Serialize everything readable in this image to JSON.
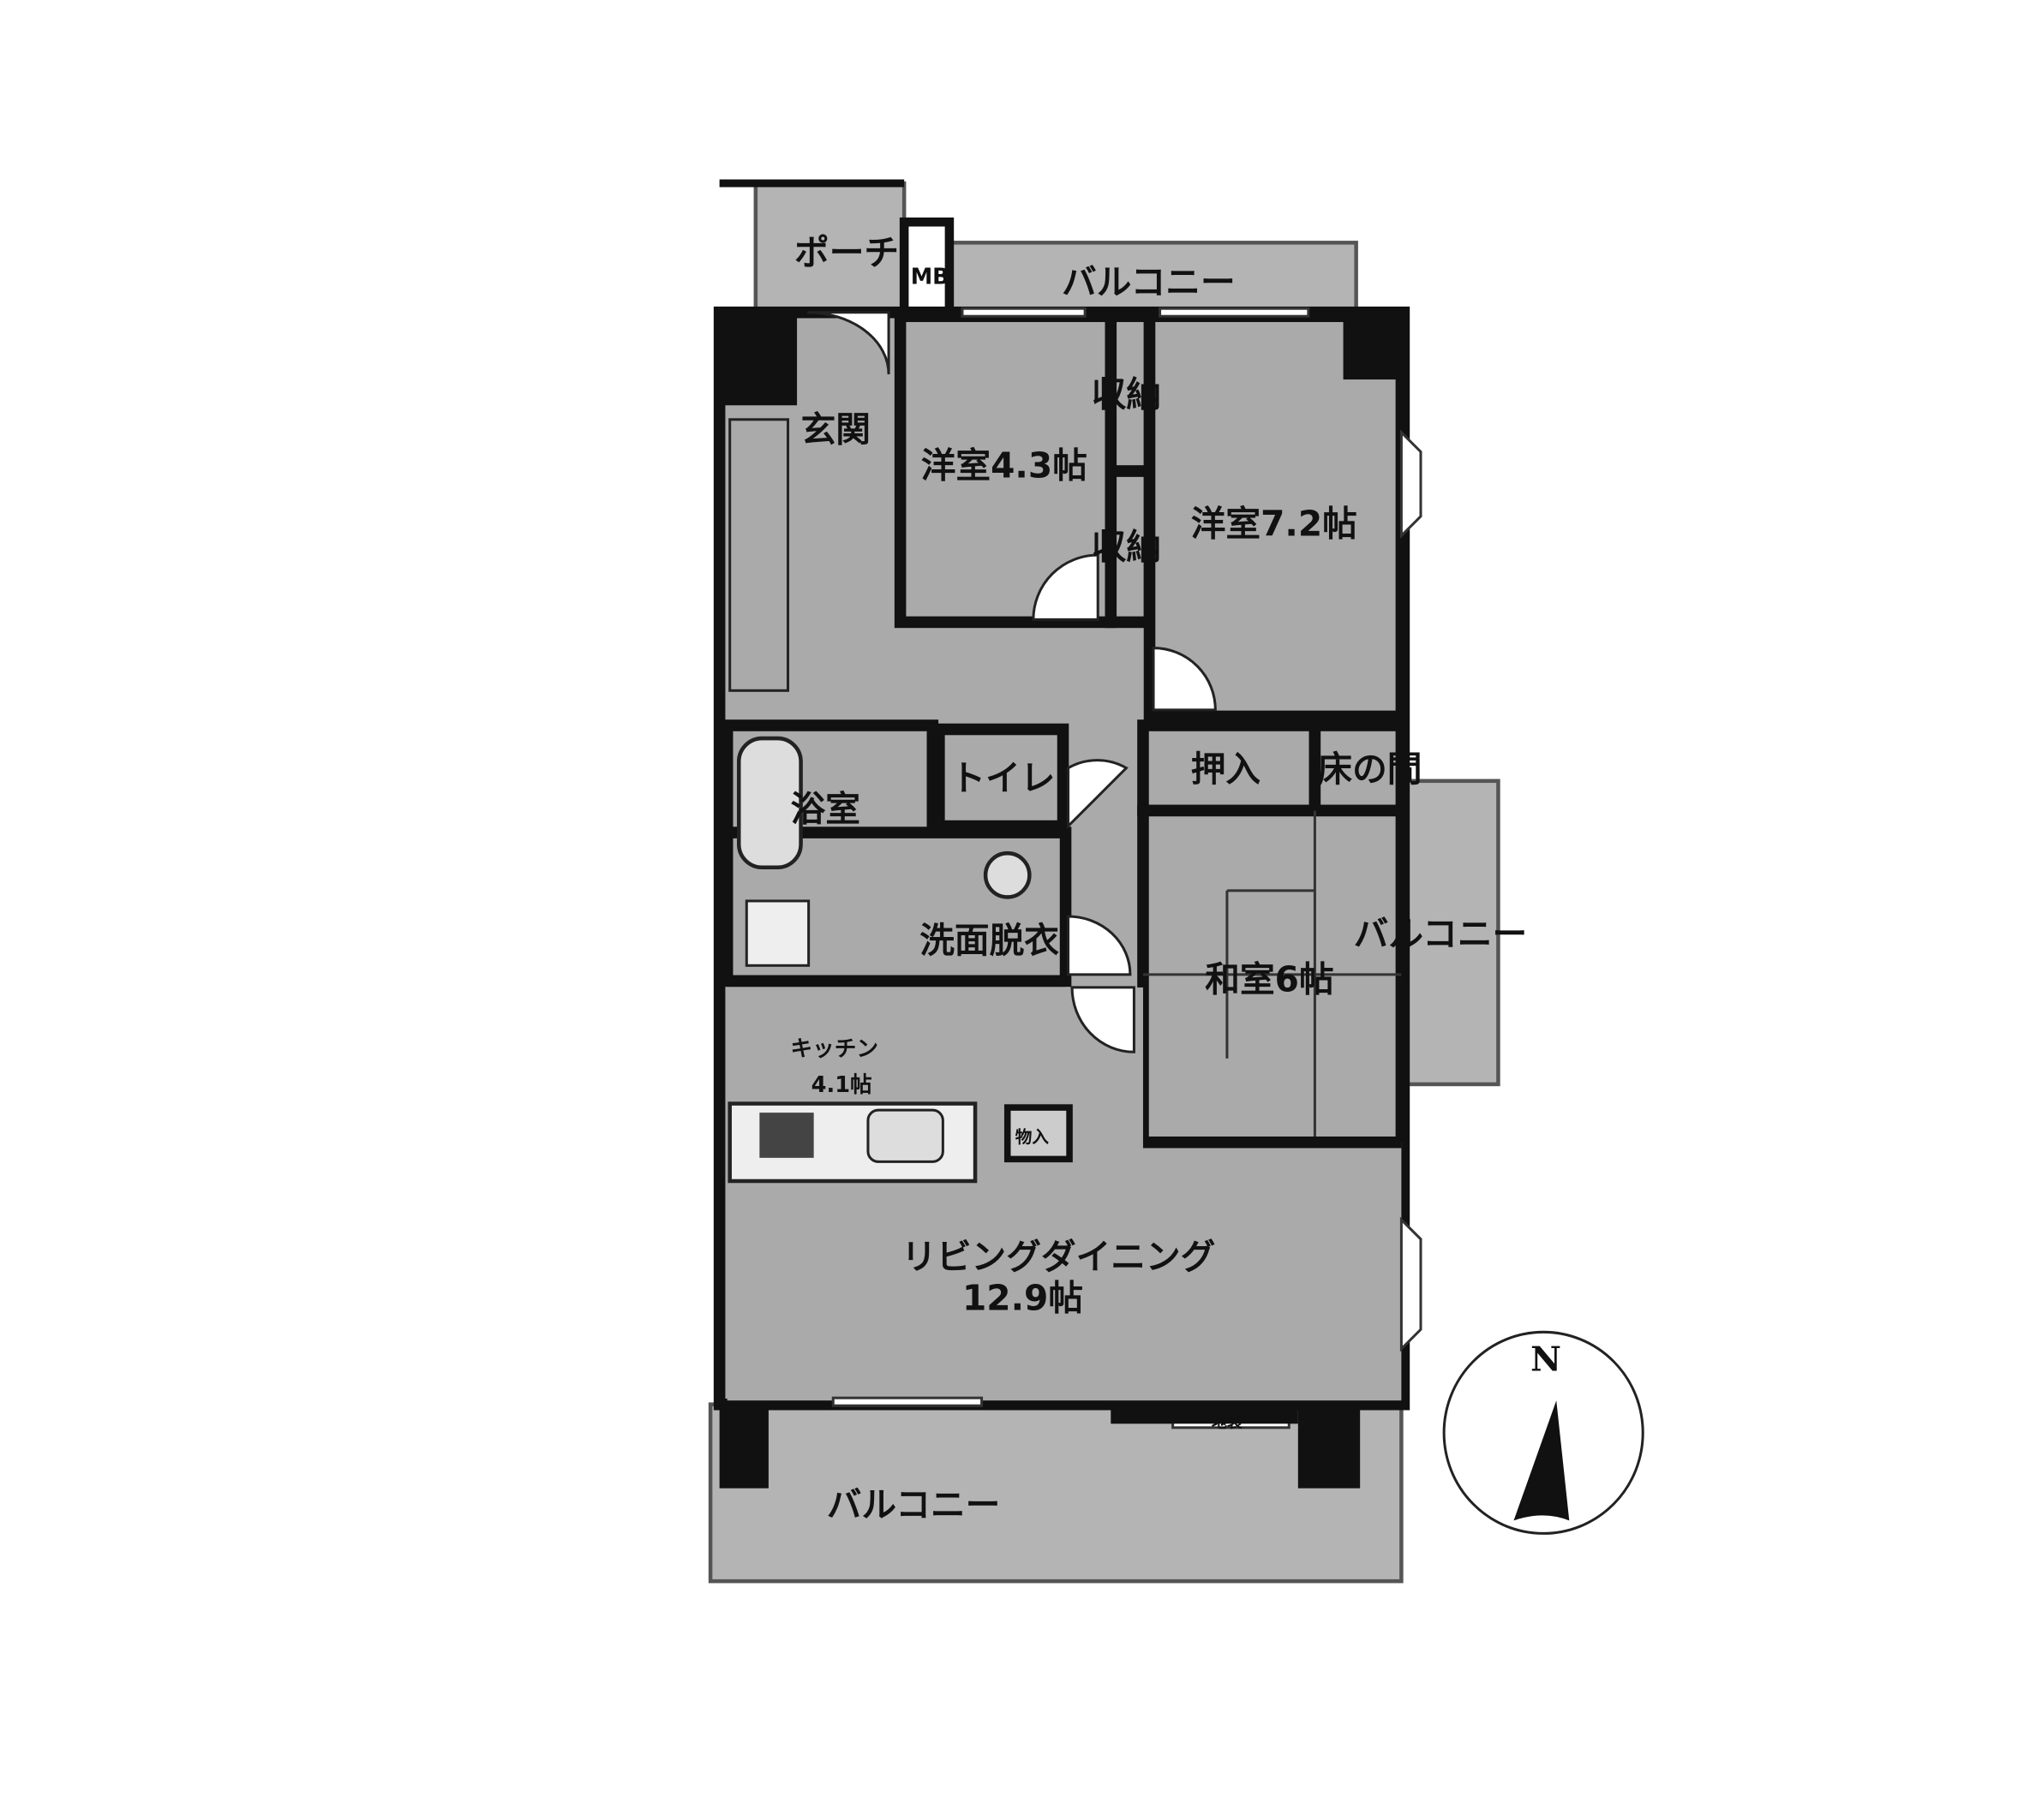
{
  "floorplan": {
    "rooms": {
      "porch": "ポーチ",
      "meter_box": "MB",
      "balcony_north": "バルコニー",
      "entrance": "玄関",
      "western_room_small": "洋室4.3帖",
      "storage_1": "収納",
      "storage_2": "収納",
      "western_room_large": "洋室7.2帖",
      "bathroom": "浴室",
      "toilet": "トイレ",
      "closet": "押入",
      "alcove": "床の間",
      "washroom": "洗面脱衣",
      "balcony_east": "バルコニー",
      "japanese_room": "和室6帖",
      "kitchen": "キッチン",
      "kitchen_size": "4.1帖",
      "kitchen_storage": "物入",
      "living_dining": "リビングダイニング",
      "living_dining_size": "12.9帖",
      "floor_cabinet": "地袋",
      "balcony_south": "バルコニー"
    },
    "compass": {
      "label": "N"
    },
    "colors": {
      "room_fill": "#aaaaaa",
      "wall": "#111111"
    }
  }
}
